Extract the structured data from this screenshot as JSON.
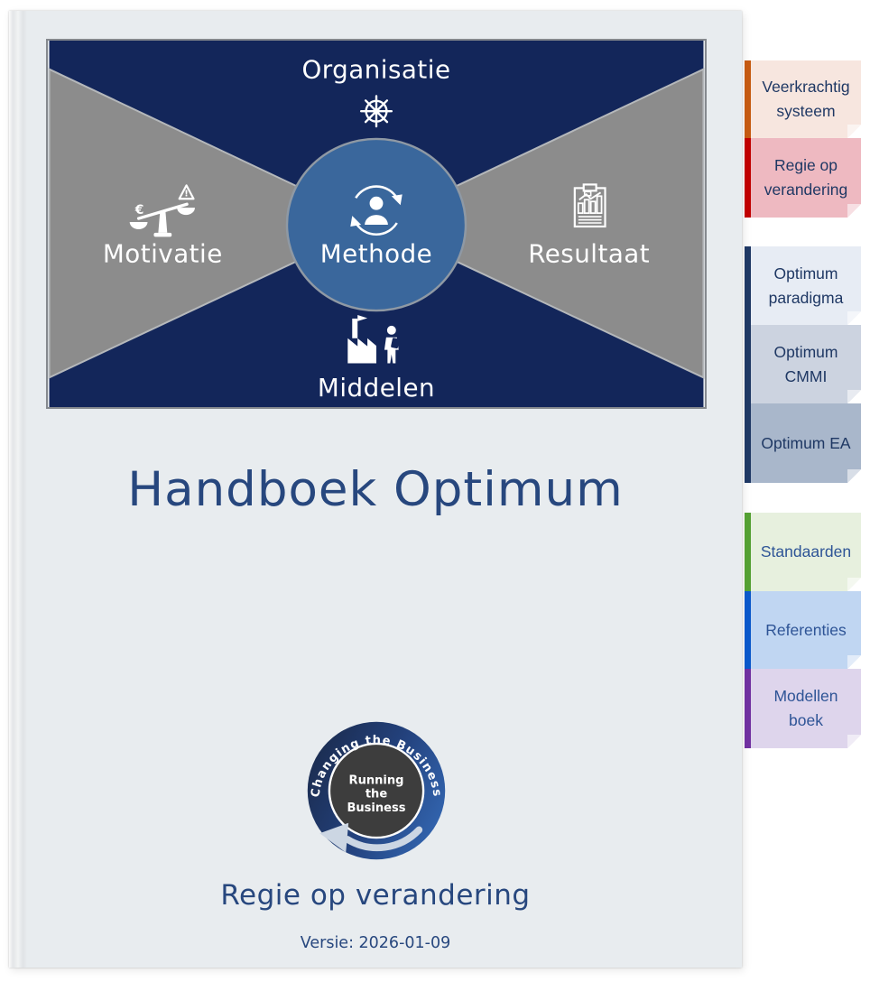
{
  "cover": {
    "title": "Handboek Optimum",
    "subtitle": "Regie op verandering",
    "version": "Versie: 2026-01-09",
    "colors": {
      "background": "#e8ecef",
      "text": "#27477e"
    }
  },
  "diagram": {
    "labels": {
      "top": "Organisatie",
      "left": "Motivatie",
      "center": "Methode",
      "right": "Resultaat",
      "bottom": "Middelen"
    },
    "icons": {
      "top": "ship-wheel-icon",
      "left": "balance-scale-icon",
      "center": "person-cycle-icon",
      "right": "report-chart-icon",
      "bottom": "factory-worker-icon"
    },
    "colors": {
      "background": "#13265a",
      "triangle": "#8c8c8c",
      "ellipse": "#3a679c"
    }
  },
  "logo": {
    "ring_text": "Changing the Business",
    "center_lines": [
      "Running",
      "the",
      "Business"
    ],
    "colors": {
      "ring_start": "#1b2c4f",
      "ring_mid": "#23417c",
      "ring_end": "#3366b1",
      "inner": "#3d3d3d"
    }
  },
  "tabs": [
    {
      "label": "Veerkrachtig systeem",
      "colors": {
        "bg": "#f7e6df",
        "accent": "#c55a11",
        "text": "#1f3864"
      }
    },
    {
      "label": "Regie op verandering",
      "colors": {
        "bg": "#eeb9c1",
        "accent": "#c00000",
        "text": "#1f3864"
      }
    },
    {
      "label": "Optimum paradigma",
      "colors": {
        "bg": "#e7ecf4",
        "accent": "#1f3864",
        "text": "#1f3864"
      }
    },
    {
      "label": "Optimum CMMI",
      "colors": {
        "bg": "#ccd3e0",
        "accent": "#1f3864",
        "text": "#1f3864"
      }
    },
    {
      "label": "Optimum EA",
      "colors": {
        "bg": "#a9b7cb",
        "accent": "#1f3864",
        "text": "#1f3864"
      }
    },
    {
      "label": "Standaarden",
      "colors": {
        "bg": "#e7f0de",
        "accent": "#54a033",
        "text": "#2e5496"
      }
    },
    {
      "label": "Referenties",
      "colors": {
        "bg": "#c0d6f2",
        "accent": "#0a58ca",
        "text": "#2e5496"
      }
    },
    {
      "label": "Modellen boek",
      "colors": {
        "bg": "#ded5ec",
        "accent": "#7030a0",
        "text": "#2e5496"
      }
    }
  ]
}
